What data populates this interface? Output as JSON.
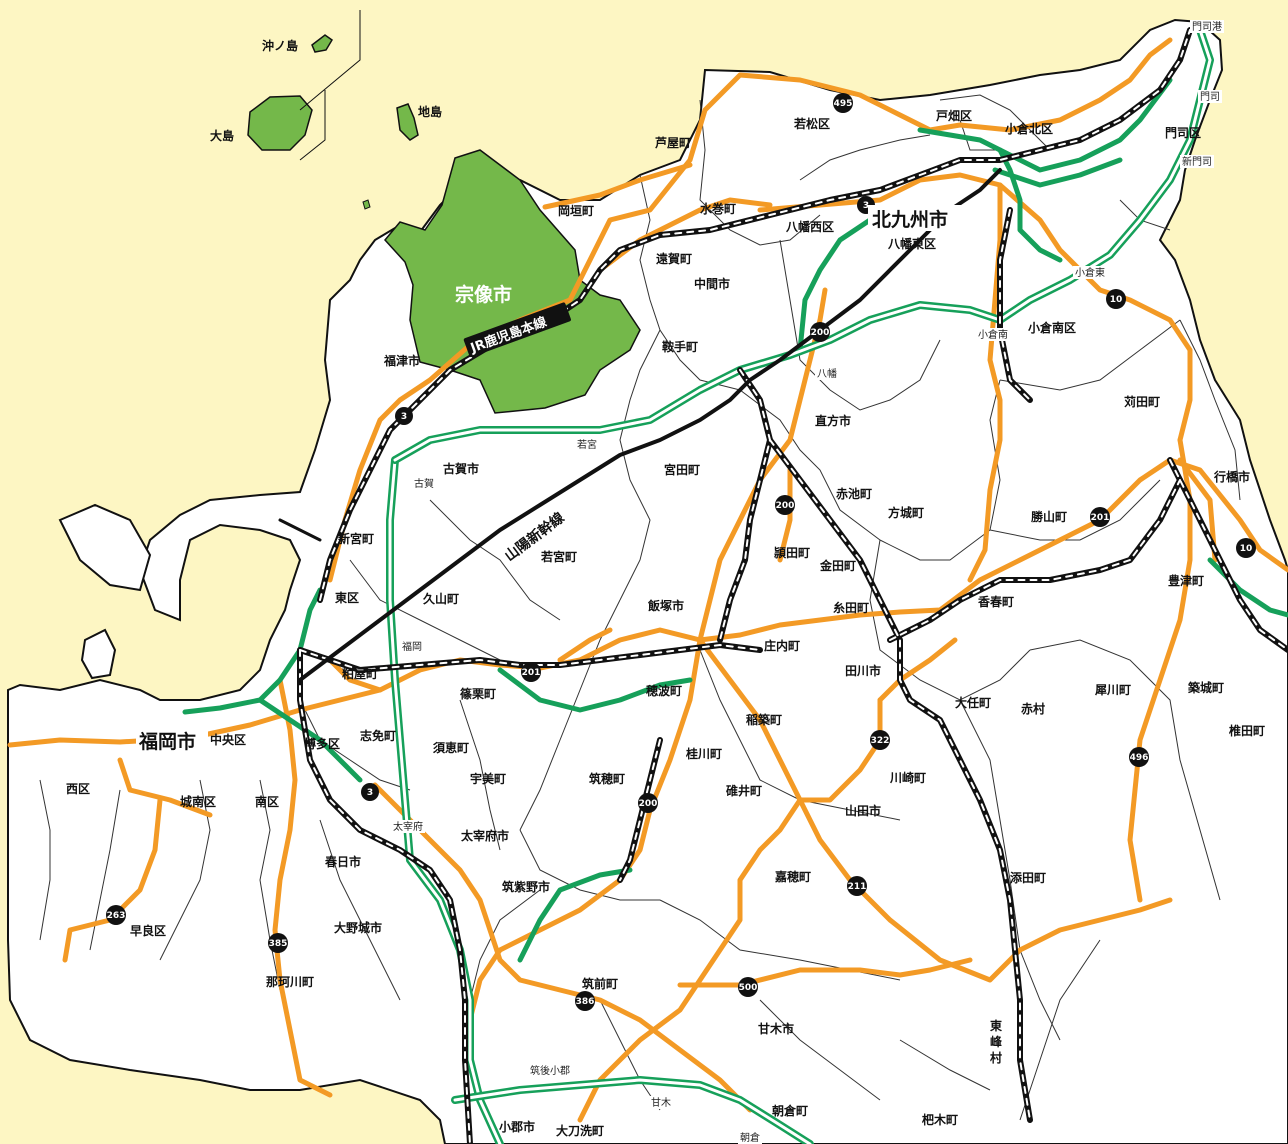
{
  "title_labels": {
    "kitakyushu": "北九州市",
    "fukuoka": "福岡市",
    "munakata": "宗像市"
  },
  "rail_labels": {
    "kagoshima_line": "JR鹿児島本線",
    "sanyo_shinkansen": "山陽新幹線"
  },
  "islands": {
    "okinoshima": "沖ノ島",
    "oshima": "大島",
    "jinoshima": "地島"
  },
  "municipalities": [
    {
      "id": "wakamatsu",
      "label": "若松区"
    },
    {
      "id": "tobata",
      "label": "戸畑区"
    },
    {
      "id": "kokurakita",
      "label": "小倉北区"
    },
    {
      "id": "moji",
      "label": "門司区"
    },
    {
      "id": "ashiya",
      "label": "芦屋町"
    },
    {
      "id": "okagaki",
      "label": "岡垣町"
    },
    {
      "id": "mizumaki",
      "label": "水巻町"
    },
    {
      "id": "yahatanishi",
      "label": "八幡西区"
    },
    {
      "id": "yahatahigashi",
      "label": "八幡東区"
    },
    {
      "id": "onga",
      "label": "遠賀町"
    },
    {
      "id": "nakama",
      "label": "中間市"
    },
    {
      "id": "kokuraminami",
      "label": "小倉南区"
    },
    {
      "id": "fukutsu",
      "label": "福津市"
    },
    {
      "id": "kurate",
      "label": "鞍手町"
    },
    {
      "id": "kanda",
      "label": "苅田町"
    },
    {
      "id": "nogata",
      "label": "直方市"
    },
    {
      "id": "koga",
      "label": "古賀市"
    },
    {
      "id": "miyawaka",
      "label": "宮田町"
    },
    {
      "id": "yukuhashi",
      "label": "行橋市"
    },
    {
      "id": "akaike",
      "label": "赤池町"
    },
    {
      "id": "hojo",
      "label": "方城町"
    },
    {
      "id": "katsuyama",
      "label": "勝山町"
    },
    {
      "id": "shingu",
      "label": "新宮町"
    },
    {
      "id": "wakamiya",
      "label": "若宮町"
    },
    {
      "id": "kawara",
      "label": "香春町"
    },
    {
      "id": "toyotsu",
      "label": "豊津町"
    },
    {
      "id": "soeda",
      "label": "頴田町"
    },
    {
      "id": "kanada",
      "label": "金田町"
    },
    {
      "id": "higashiku",
      "label": "東区"
    },
    {
      "id": "hisayama",
      "label": "久山町"
    },
    {
      "id": "iizuka",
      "label": "飯塚市"
    },
    {
      "id": "itoda",
      "label": "糸田町"
    },
    {
      "id": "shonai",
      "label": "庄内町"
    },
    {
      "id": "kasuya",
      "label": "粕屋町"
    },
    {
      "id": "tagawa",
      "label": "田川市"
    },
    {
      "id": "sasaguri",
      "label": "篠栗町"
    },
    {
      "id": "honami",
      "label": "穂波町"
    },
    {
      "id": "oto",
      "label": "大任町"
    },
    {
      "id": "saigawa",
      "label": "犀川町"
    },
    {
      "id": "chikujo",
      "label": "築城町"
    },
    {
      "id": "akamura",
      "label": "赤村"
    },
    {
      "id": "shiida",
      "label": "椎田町"
    },
    {
      "id": "chuo",
      "label": "中央区"
    },
    {
      "id": "hakata",
      "label": "博多区"
    },
    {
      "id": "shime",
      "label": "志免町"
    },
    {
      "id": "inatsuki",
      "label": "稲築町"
    },
    {
      "id": "sue",
      "label": "須恵町"
    },
    {
      "id": "keisen",
      "label": "桂川町"
    },
    {
      "id": "nishiku",
      "label": "西区"
    },
    {
      "id": "umi",
      "label": "宇美町"
    },
    {
      "id": "chikuho",
      "label": "筑穂町"
    },
    {
      "id": "kawasaki",
      "label": "川崎町"
    },
    {
      "id": "johnan",
      "label": "城南区"
    },
    {
      "id": "minamiku",
      "label": "南区"
    },
    {
      "id": "usui",
      "label": "碓井町"
    },
    {
      "id": "yamada",
      "label": "山田市"
    },
    {
      "id": "dazaifu",
      "label": "太宰府市"
    },
    {
      "id": "kasuga",
      "label": "春日市"
    },
    {
      "id": "chikushino",
      "label": "筑紫野市"
    },
    {
      "id": "kaho",
      "label": "嘉穂町"
    },
    {
      "id": "soeda2",
      "label": "添田町"
    },
    {
      "id": "sawara",
      "label": "早良区"
    },
    {
      "id": "onojo",
      "label": "大野城市"
    },
    {
      "id": "nakagawa",
      "label": "那珂川町"
    },
    {
      "id": "chikuzen",
      "label": "筑前町"
    },
    {
      "id": "amagi",
      "label": "甘木市"
    },
    {
      "id": "toho",
      "label": "東峰村"
    },
    {
      "id": "asakura",
      "label": "朝倉町"
    },
    {
      "id": "ogori",
      "label": "小郡市"
    },
    {
      "id": "tachiarai",
      "label": "大刀洗町"
    },
    {
      "id": "hakiki",
      "label": "杷木町"
    }
  ],
  "stations": {
    "mojiko": "門司港",
    "moji": "門司",
    "shinmoji": "新門司",
    "kokurahigashi": "小倉東",
    "kokuraminami": "小倉南",
    "yahata": "八幡",
    "wakamiya": "若宮",
    "koga": "古賀",
    "fukuoka": "福岡",
    "dazaifu": "太宰府",
    "chikugo_ogori": "筑後小郡",
    "amagi": "甘木",
    "asakura": "朝倉"
  },
  "route_numbers": {
    "r495": "495",
    "r3a": "3",
    "r3b": "3",
    "r3c": "3",
    "r200a": "200",
    "r200b": "200",
    "r200c": "200",
    "r10a": "10",
    "r10b": "10",
    "r201a": "201",
    "r201b": "201",
    "r322": "322",
    "r496": "496",
    "r211": "211",
    "r263": "263",
    "r385": "385",
    "r500": "500",
    "r386": "386"
  },
  "colors": {
    "sea": "#fdf6c3",
    "land": "#ffffff",
    "highlight": "#74b84a",
    "national_road": "#f39a25",
    "expressway": "#16a05a",
    "rail": "#111111",
    "border": "#333333"
  }
}
